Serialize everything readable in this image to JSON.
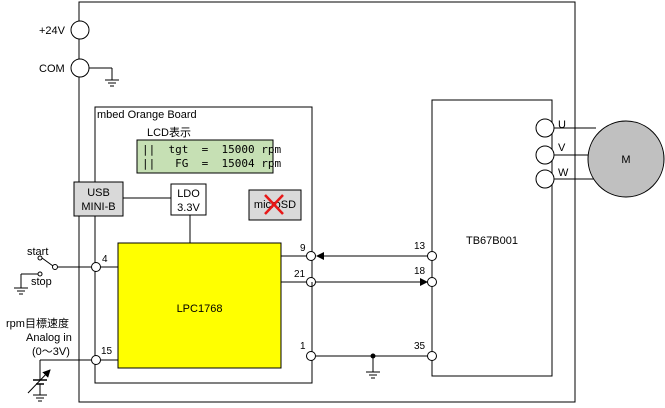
{
  "power": {
    "v24": "+24V",
    "com": "COM"
  },
  "board": {
    "title": "mbed Orange Board"
  },
  "lcd": {
    "title": "LCD表示",
    "line1": "||  tgt  =  15000 rpm",
    "line2": "||   FG  =  15004 rpm"
  },
  "usb": {
    "line1": "USB",
    "line2": "MINI-B"
  },
  "ldo": {
    "line1": "LDO",
    "line2": "3.3V"
  },
  "microsd": {
    "label": "microSD"
  },
  "mcu": {
    "label": "LPC1768"
  },
  "driver": {
    "label": "TB67B001"
  },
  "motor": {
    "label": "M",
    "phases": [
      "U",
      "V",
      "W"
    ]
  },
  "switch": {
    "start": "start",
    "stop": "stop"
  },
  "analog": {
    "line1": "rpm目標速度",
    "line2": "Analog in",
    "line3": "(0～3V)"
  },
  "pins": {
    "mcu_start": "4",
    "mcu_analog": "15",
    "mcu_9": "9",
    "mcu_21": "21",
    "mcu_1": "1",
    "drv_13": "13",
    "drv_18": "18",
    "drv_35": "35"
  },
  "colors": {
    "lcd_bg": "#c6e0b4",
    "mcu_fill": "#ffff00",
    "gray_box": "#d9d9d9",
    "motor_fill": "#c0c0c0"
  }
}
